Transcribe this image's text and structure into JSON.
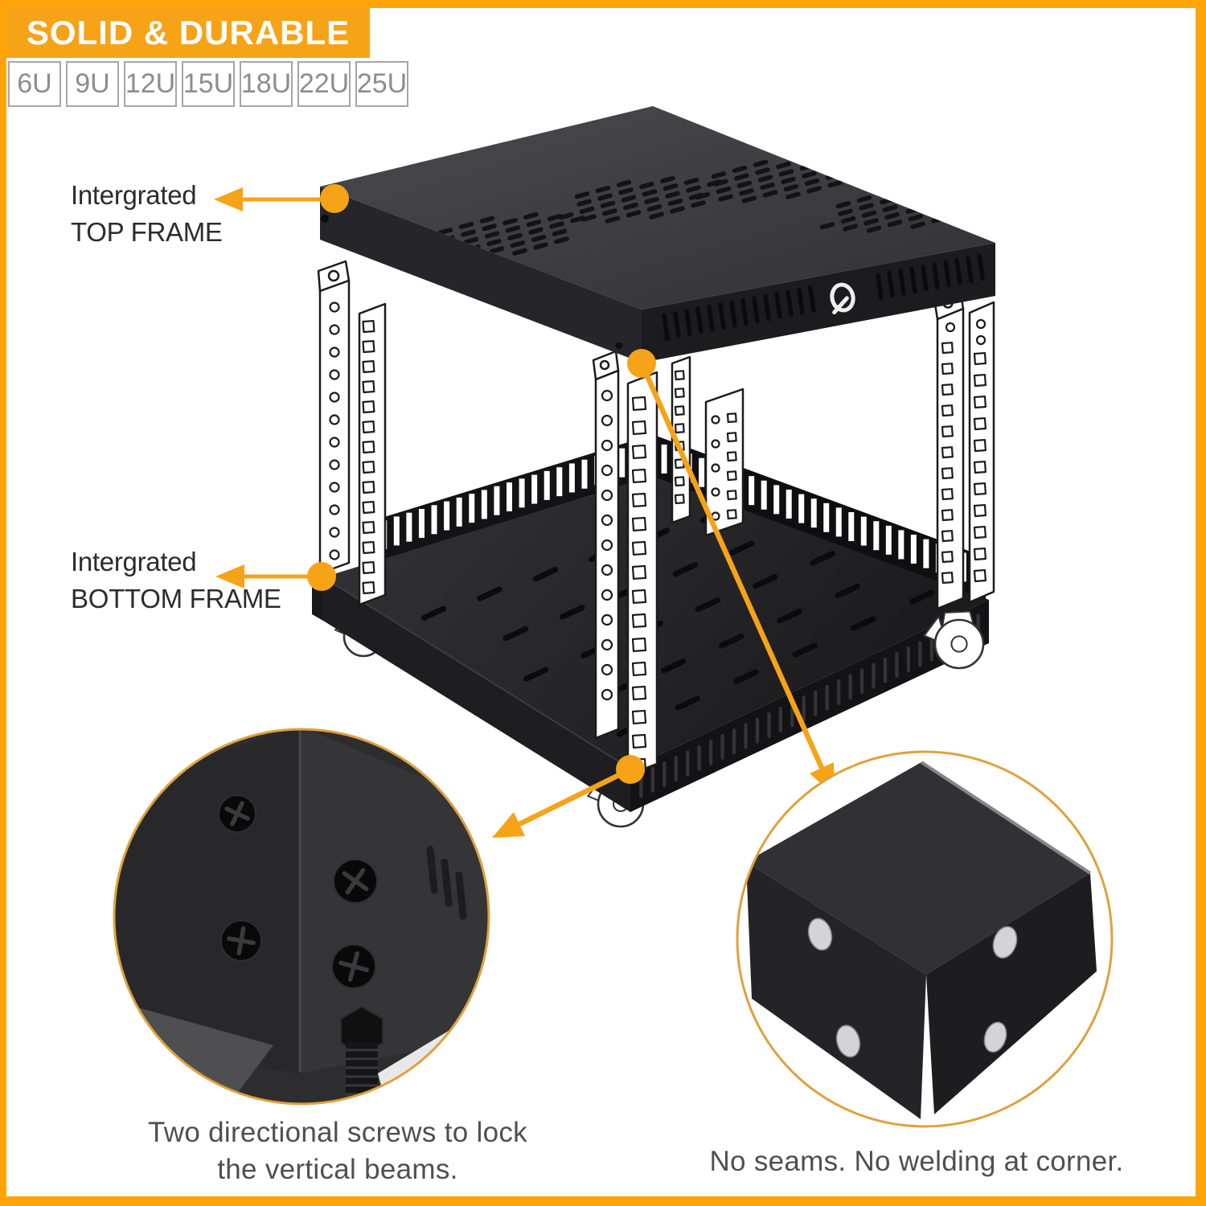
{
  "banner": {
    "title": "SOLID & DURABLE"
  },
  "size_options": [
    "6U",
    "9U",
    "12U",
    "15U",
    "18U",
    "22U",
    "25U"
  ],
  "annotations": {
    "top_frame": {
      "line1": "Intergrated",
      "line2": "TOP FRAME"
    },
    "bottom_frame": {
      "line1": "Intergrated",
      "line2": "BOTTOM FRAME"
    }
  },
  "captions": {
    "screws": {
      "line1": "Two directional screws to lock",
      "line2": "the vertical beams."
    },
    "corner": {
      "text": "No seams. No welding at corner."
    }
  },
  "icons": {
    "brand_logo": "q-swirl-logo",
    "connector_dot": "orange-marker-dot",
    "caster": "caster-wheel",
    "arrow": "orange-callout-arrow"
  },
  "colors": {
    "accent_orange": "#F6A318",
    "border_orange": "#FFA408",
    "detail_ring_gold": "#E0A13C",
    "banner_text": "#FFFFFF",
    "tab_text": "#8D8D8D",
    "rack_black": "#1C1C1F"
  }
}
